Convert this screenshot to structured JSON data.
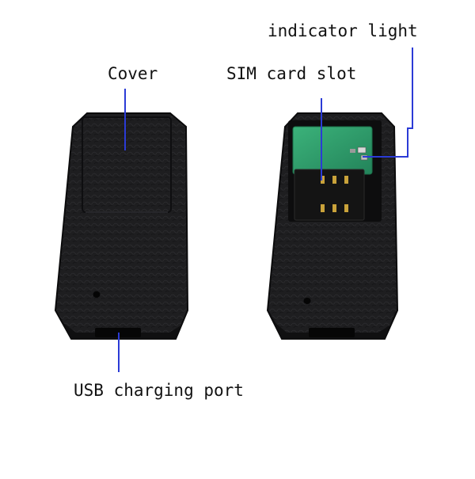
{
  "callouts": {
    "cover": "Cover",
    "sim_card_slot": "SIM card slot",
    "indicator_light": "indicator light",
    "usb_charging_port": "USB charging port"
  },
  "colors": {
    "background": "#ffffff",
    "device_body": "#1c1c1e",
    "device_edge": "#0b0b0c",
    "pcb_green": "#2e9e6a",
    "sim_slot_black": "#141414",
    "contact_gold": "#c9a23a",
    "leader_line": "#2b3bd6",
    "label_text": "#111111"
  }
}
